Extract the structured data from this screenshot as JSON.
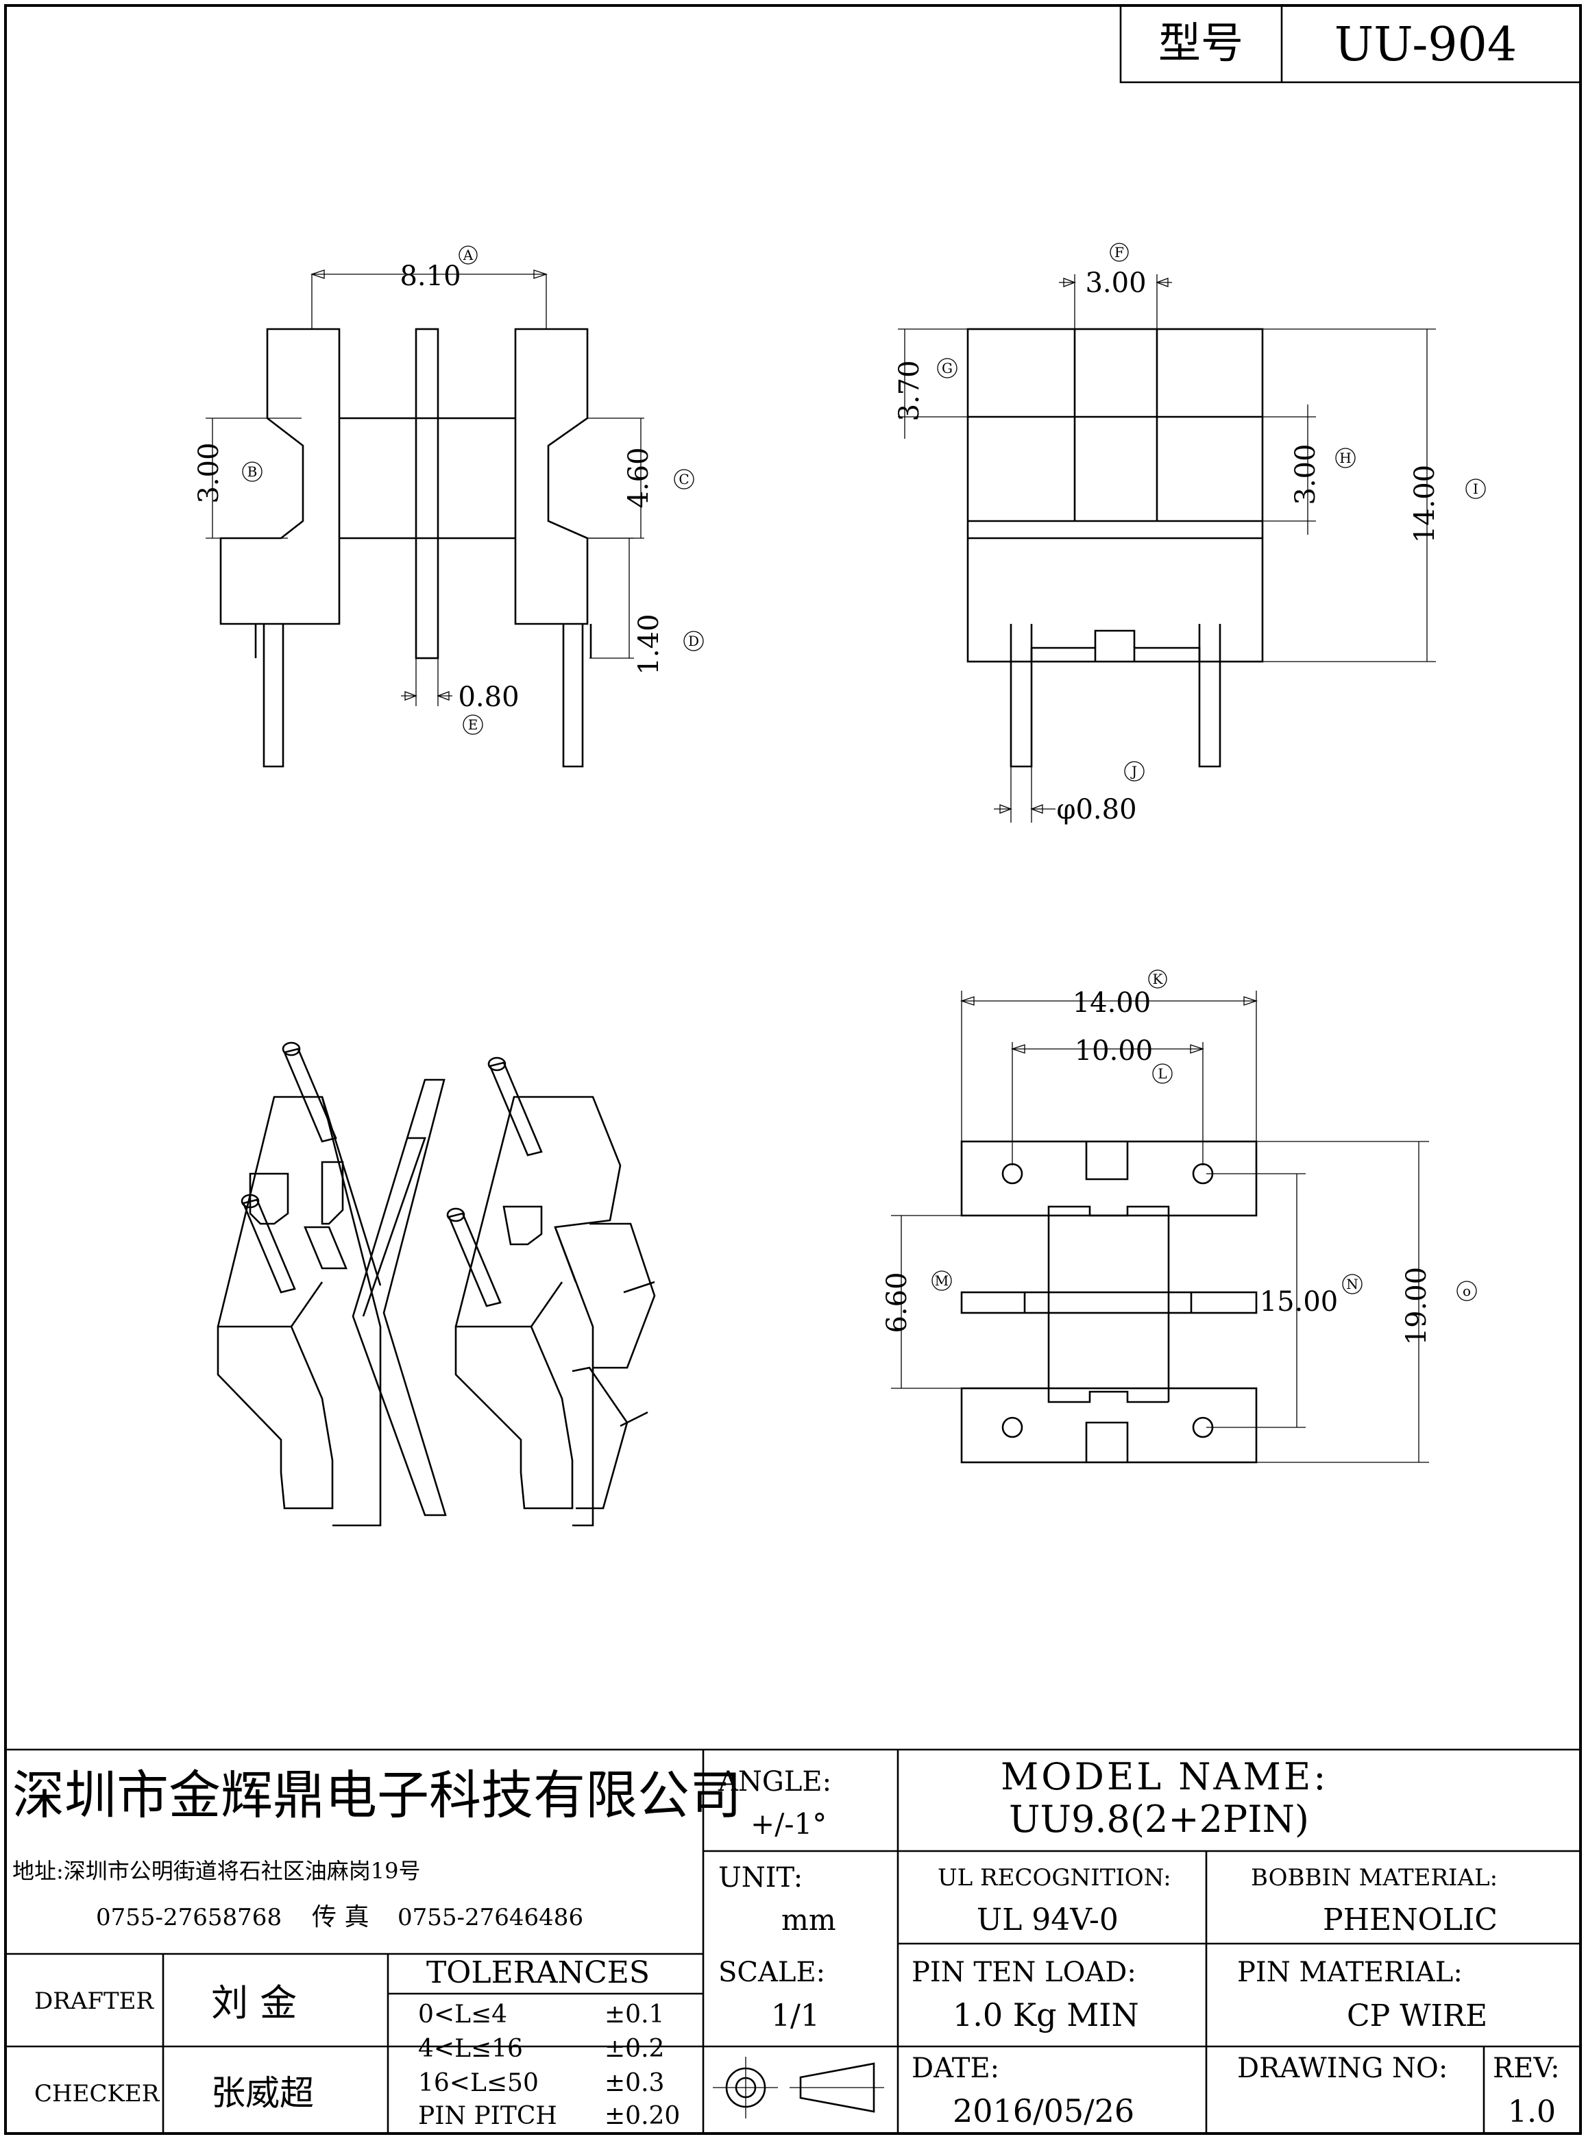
{
  "title_block": {
    "model_label": "型号",
    "model_value": "UU-904",
    "company": "深圳市金辉鼎电子科技有限公司",
    "address": "地址:深圳市公明街道将石社区油麻岗19号",
    "phone": "0755-27658768",
    "fax_label": "传 真",
    "fax": "0755-27646486",
    "angle_label": "ANGLE:",
    "angle_value": "+/-1°",
    "model_name_label": "MODEL NAME:",
    "model_name_value": "UU9.8(2+2PIN)",
    "unit_label": "UNIT:",
    "unit_value": "mm",
    "ul_label": "UL RECOGNITION:",
    "ul_value": "UL 94V-0",
    "bobbin_label": "BOBBIN MATERIAL:",
    "bobbin_value": "PHENOLIC",
    "drafter_label": "DRAFTER",
    "drafter_name": "刘 金",
    "checker_label": "CHECKER",
    "checker_name": "张威超",
    "tolerances_label": "TOLERANCES",
    "tolerances": [
      {
        "range": "0<L≤4",
        "value": "±0.1"
      },
      {
        "range": "4<L≤16",
        "value": "±0.2"
      },
      {
        "range": "16<L≤50",
        "value": "±0.3"
      },
      {
        "range": "PIN PITCH",
        "value": "±0.20"
      }
    ],
    "scale_label": "SCALE:",
    "scale_value": "1/1",
    "pin_load_label": "PIN TEN LOAD:",
    "pin_load_value": "1.0 Kg MIN",
    "pin_material_label": "PIN MATERIAL:",
    "pin_material_value": "CP WIRE",
    "date_label": "DATE:",
    "date_value": "2016/05/26",
    "drawing_no_label": "DRAWING NO:",
    "drawing_no_value": "",
    "rev_label": "REV:",
    "rev_value": "1.0"
  },
  "dimensions": {
    "A": "8.10",
    "B": "3.00",
    "C": "4.60",
    "D": "1.40",
    "E": "0.80",
    "F": "3.00",
    "G": "3.70",
    "H": "3.00",
    "I": "14.00",
    "J": "φ0.80",
    "K": "14.00",
    "L": "10.00",
    "M": "6.60",
    "N": "15.00",
    "O": "19.00"
  },
  "balloons": {
    "A": "A",
    "B": "B",
    "C": "C",
    "D": "D",
    "E": "E",
    "F": "F",
    "G": "G",
    "H": "H",
    "I": "I",
    "J": "J",
    "K": "K",
    "L": "L",
    "M": "M",
    "N": "N",
    "O": "o"
  }
}
